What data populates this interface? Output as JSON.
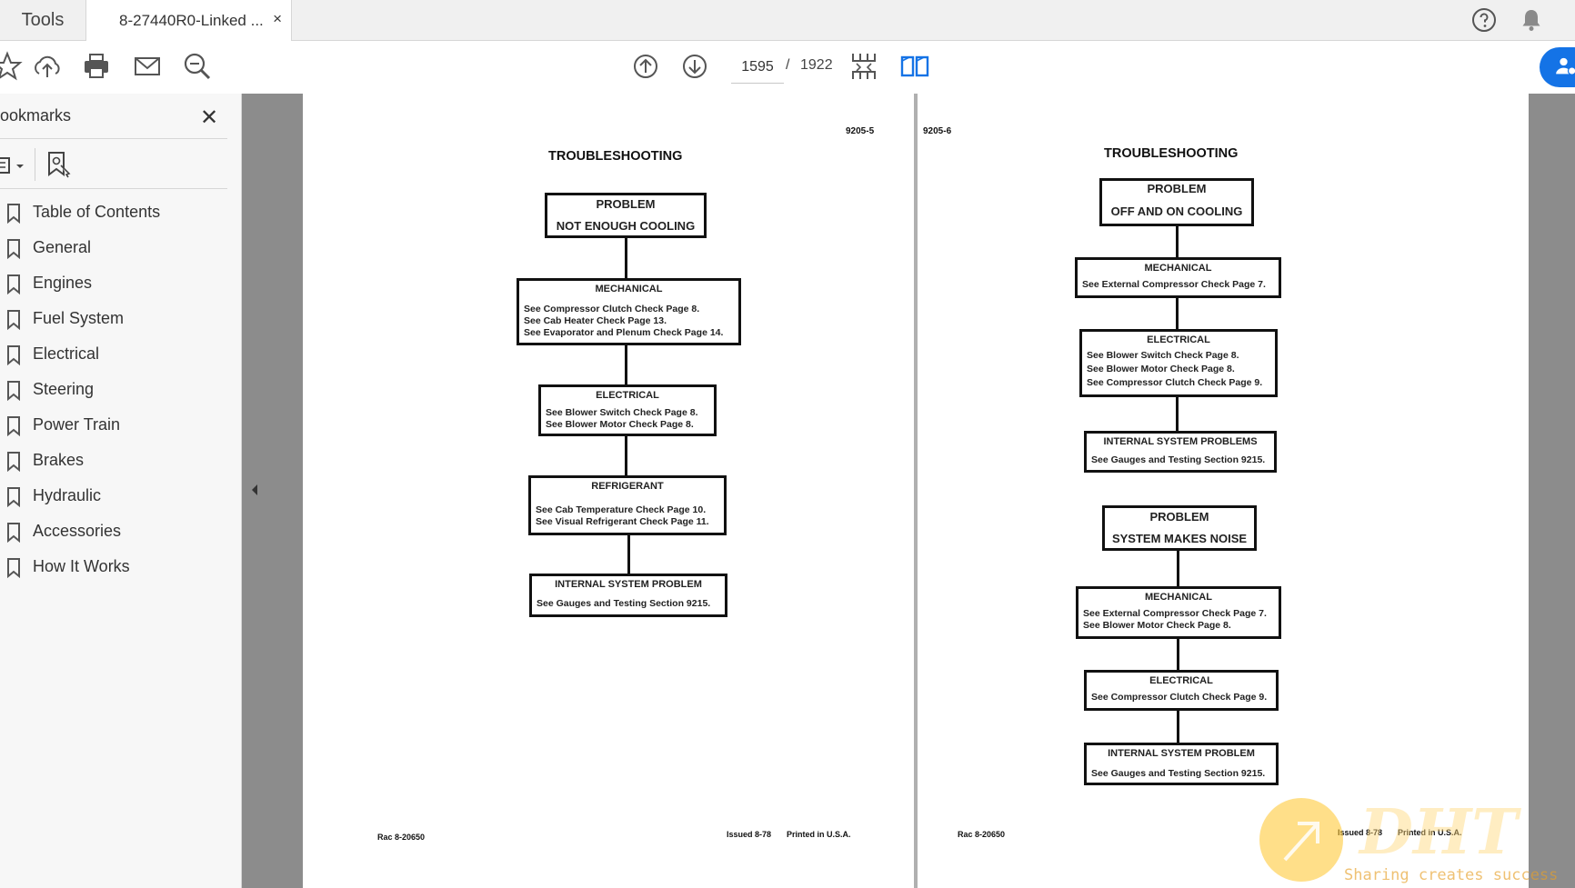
{
  "tabs": {
    "tools_label": "Tools",
    "document_label": "8-27440R0-Linked ...",
    "close_glyph": "×"
  },
  "header_icons": [
    "help-icon",
    "bell-icon"
  ],
  "toolbar": {
    "icons": [
      "star-icon",
      "upload-icon",
      "print-icon",
      "mail-icon",
      "zoom-search-icon",
      "page-up-icon",
      "page-down-icon",
      "scroll-mode-icon",
      "two-page-view-icon",
      "share-user-icon"
    ],
    "page_current": "1595",
    "page_separator": "/",
    "page_total": "1922",
    "accent_color": "#1473e6"
  },
  "sidebar": {
    "title": "ookmarks",
    "close_glyph": "✕",
    "bookmarks": [
      {
        "label": "Table of Contents"
      },
      {
        "label": "General"
      },
      {
        "label": "Engines"
      },
      {
        "label": "Fuel System"
      },
      {
        "label": "Electrical"
      },
      {
        "label": "Steering"
      },
      {
        "label": "Power Train"
      },
      {
        "label": "Brakes"
      },
      {
        "label": "Hydraulic"
      },
      {
        "label": "Accessories"
      },
      {
        "label": "How It Works"
      }
    ]
  },
  "pages": {
    "left": {
      "page_number": "9205-5",
      "title": "TROUBLESHOOTING",
      "problem_heading": "PROBLEM",
      "problem_text": "NOT ENOUGH COOLING",
      "boxes": [
        {
          "heading": "MECHANICAL",
          "lines": [
            "See Compressor Clutch Check Page 8.",
            "See Cab Heater Check Page 13.",
            "See Evaporator and Plenum Check Page 14."
          ]
        },
        {
          "heading": "ELECTRICAL",
          "lines": [
            "See Blower Switch Check Page 8.",
            "See Blower Motor Check Page 8."
          ]
        },
        {
          "heading": "REFRIGERANT",
          "lines": [
            "See Cab Temperature Check Page 10.",
            "See Visual Refrigerant Check Page 11."
          ]
        },
        {
          "heading": "INTERNAL SYSTEM PROBLEM",
          "lines": [
            "See Gauges and Testing Section 9215."
          ]
        }
      ],
      "footer_left": "Rac 8-20650",
      "footer_issued": "Issued 8-78",
      "footer_printed": "Printed in U.S.A."
    },
    "right": {
      "page_number": "9205-6",
      "title": "TROUBLESHOOTING",
      "problem1_heading": "PROBLEM",
      "problem1_text": "OFF AND ON COOLING",
      "boxes1": [
        {
          "heading": "MECHANICAL",
          "lines": [
            "See External Compressor Check Page 7."
          ]
        },
        {
          "heading": "ELECTRICAL",
          "lines": [
            "See Blower Switch Check Page 8.",
            "See Blower Motor Check Page 8.",
            "See Compressor Clutch Check Page 9."
          ]
        },
        {
          "heading": "INTERNAL SYSTEM PROBLEMS",
          "lines": [
            "See Gauges and Testing Section 9215."
          ]
        }
      ],
      "problem2_heading": "PROBLEM",
      "problem2_text": "SYSTEM MAKES NOISE",
      "boxes2": [
        {
          "heading": "MECHANICAL",
          "lines": [
            "See External Compressor Check Page 7.",
            "See Blower Motor Check Page 8."
          ]
        },
        {
          "heading": "ELECTRICAL",
          "lines": [
            "See Compressor Clutch Check Page 9."
          ]
        },
        {
          "heading": "INTERNAL SYSTEM PROBLEM",
          "lines": [
            "See Gauges and Testing Section 9215."
          ]
        }
      ],
      "footer_left": "Rac 8-20650",
      "footer_issued": "Issued 8-78",
      "footer_printed": "Printed in U.S.A."
    }
  },
  "watermark": {
    "logo": "DHT",
    "tagline": "Sharing creates success"
  }
}
